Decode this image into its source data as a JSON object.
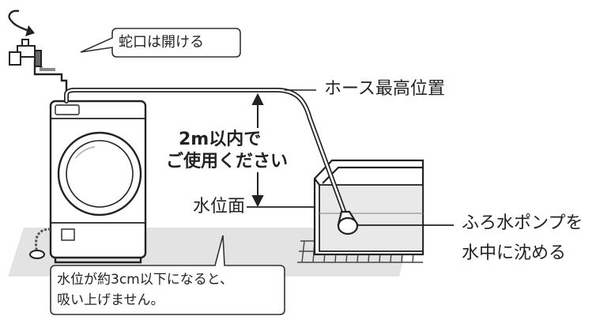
{
  "callouts": {
    "faucet": "蛇口は開ける",
    "hose_max": "ホース最高位置",
    "distance_line1": "2m以内で",
    "distance_line2": "ご使用ください",
    "water_level": "水位面",
    "pump_line1": "ふろ水ポンプを",
    "pump_line2": "水中に沈める",
    "note_line1": "水位が約3cm以下になると、",
    "note_line2": "吸い上げません。"
  },
  "colors": {
    "line": "#222222",
    "floor": "#e3e3e3",
    "machine_fill": "#ffffff",
    "tub_water": "#e9e9e9"
  },
  "icons": {
    "faucet_turn": "rotate-arrow-icon",
    "faucet": "faucet-icon",
    "washing_machine": "washing-machine-icon",
    "bathtub": "bathtub-icon",
    "pump": "bath-pump-icon"
  }
}
